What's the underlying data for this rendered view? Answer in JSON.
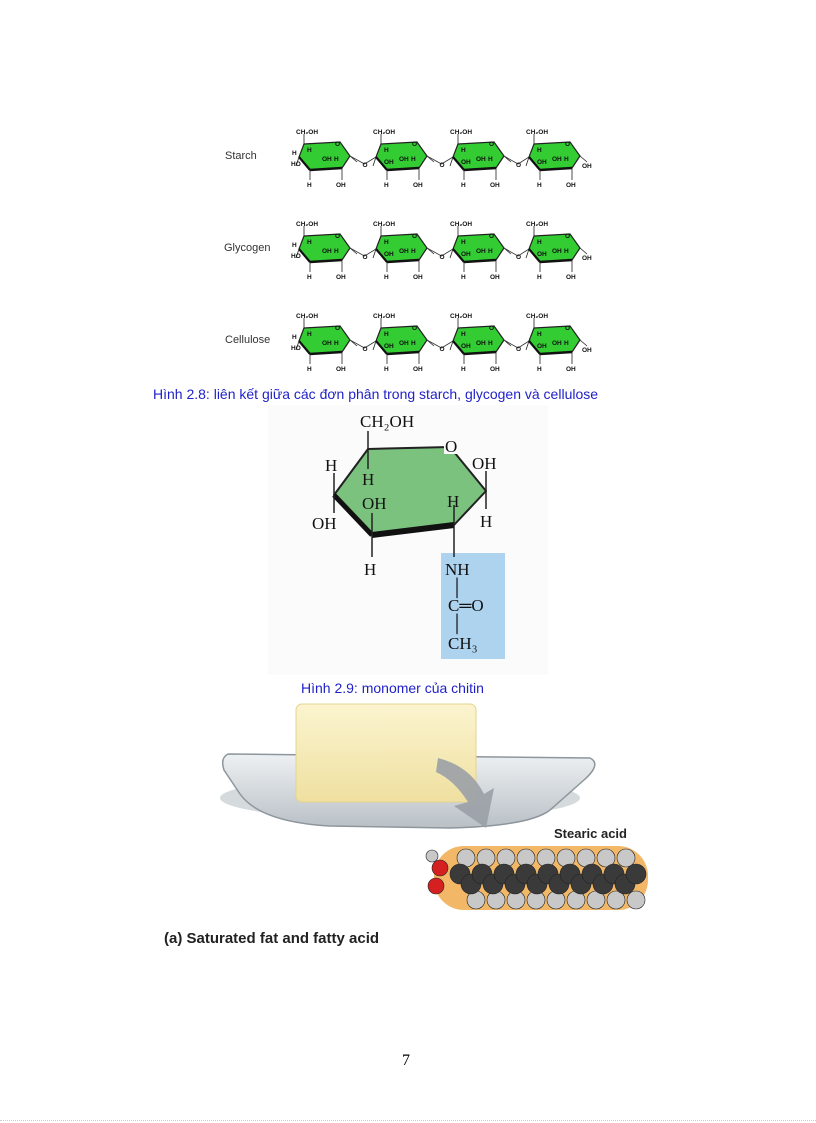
{
  "figure_2_8": {
    "rows": [
      {
        "label": "Starch"
      },
      {
        "label": "Glycogen"
      },
      {
        "label": "Cellulose"
      }
    ],
    "atoms": {
      "ch2oh": "CH₂OH",
      "o": "O",
      "h": "H",
      "oh": "OH",
      "ho": "HO"
    },
    "caption": "Hình  2.8: liên kết giữa các đơn phân trong starch, glycogen và cellulose",
    "colors": {
      "ring_fill": "#33cc33",
      "ring_stroke": "#222222"
    }
  },
  "figure_2_9": {
    "atoms": {
      "ch2oh": "CH₂OH",
      "o": "O",
      "oh": "OH",
      "h": "H",
      "nh": "NH",
      "c_eq_o": "C═O",
      "ch3": "CH₃",
      "bond": "│"
    },
    "caption": "Hình  2.9: monomer của chitin",
    "colors": {
      "ring_fill": "#7cc27f",
      "highlight": "#aed3ee"
    }
  },
  "figure_fat": {
    "molecule_label": "Stearic acid",
    "caption": "(a)  Saturated fat and fatty acid",
    "colors": {
      "butter": "#f5eab0",
      "halo": "#f3b867",
      "carbon": "#3a3a3a",
      "hydrogen": "#c8c8c8",
      "oxygen": "#d42020"
    }
  },
  "page_number": "7"
}
